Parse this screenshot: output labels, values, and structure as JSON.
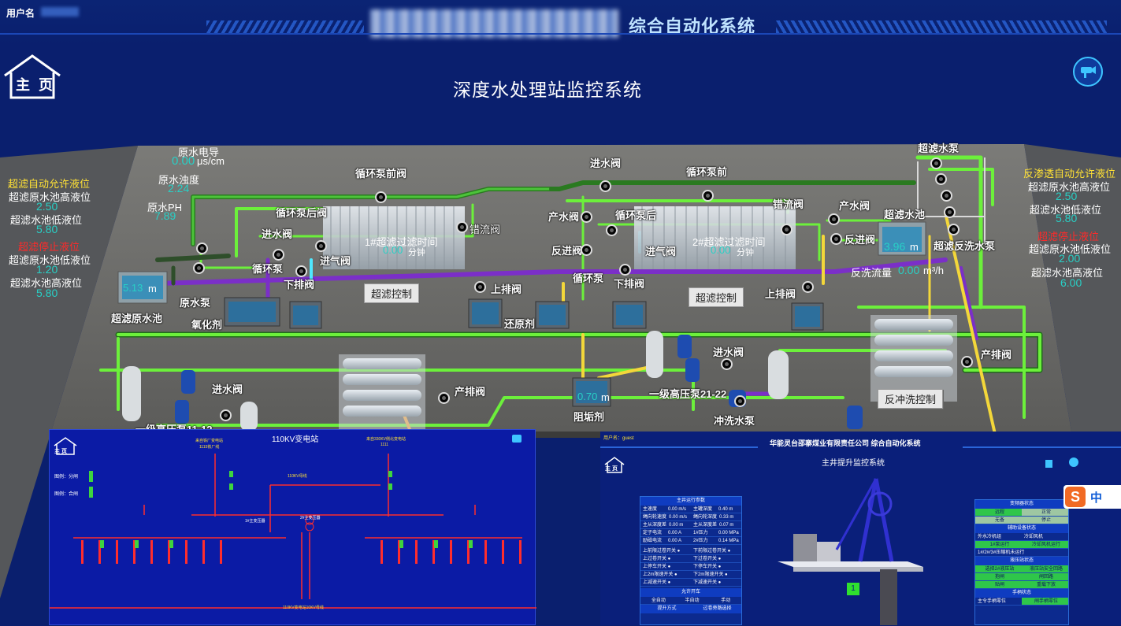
{
  "header": {
    "user_label": "用户名",
    "system_title": "综合自动化系统"
  },
  "home": {
    "label": "主 页"
  },
  "page_title": "深度水处理站监控系统",
  "left_readings": {
    "conductivity_label": "原水电导",
    "conductivity_value": "0.00",
    "conductivity_unit": "μs/cm",
    "turbidity_label": "原水浊度",
    "turbidity_value": "2.24",
    "ph_label": "原水PH",
    "ph_value": "7.89"
  },
  "left_side": {
    "allow_title": "超滤自动允许液位",
    "high_label": "超滤原水池高液位",
    "high_value": "2.50",
    "low_label": "超滤水池低液位",
    "low_value": "5.80",
    "stop_title": "超滤停止液位",
    "stop_low_label": "超滤原水池低液位",
    "stop_low_value": "1.20",
    "stop_high_label": "超滤水池高液位",
    "stop_high_value": "5.80"
  },
  "right_side": {
    "allow_title": "反渗透自动允许液位",
    "high_label": "超滤原水池高液位",
    "high_value": "2.50",
    "low_label": "超滤水池低液位",
    "low_value": "5.80",
    "stop_title": "超滤停止液位",
    "stop_low_label": "超滤原水池低液位",
    "stop_low_value": "2.00",
    "stop_high_label": "超滤水池高液位",
    "stop_high_value": "6.00"
  },
  "plant": {
    "raw_pool_level": "5.13",
    "raw_pool_unit": "m",
    "raw_pool_label": "超滤原水池",
    "raw_pump": "原水泵",
    "oxidant": "氧化剂",
    "reductant": "还原剂",
    "scale_inhibitor": "阻垢剂",
    "inhibitor_level": "0.70",
    "inhibitor_unit": "m",
    "uf_pool_label": "超滤水池",
    "uf_pool_level": "3.96",
    "uf_pool_unit": "m",
    "uf_pump": "超滤水泵",
    "uf_backwash_pump": "超滤反洗水泵",
    "backwash_flow_label": "反洗流量",
    "backwash_flow_value": "0.00",
    "backwash_flow_unit": "m³/h",
    "uf1_time_label": "1#超滤过滤时间",
    "uf1_time_value": "0.00",
    "uf2_time_label": "2#超滤过滤时间",
    "uf2_time_value": "0.00",
    "time_unit": "分钟",
    "uf_control_1": "超滤控制",
    "uf_control_2": "超滤控制",
    "backwash_control": "反冲洗控制",
    "hp_pump_1": "一级高压泵11-12",
    "hp_pump_2": "一级高压泵21-22",
    "flush_pump": "冲洗水泵",
    "valves": {
      "circ_front_1": "循环泵前阀",
      "circ_back_1": "循环泵后阀",
      "inlet_1": "进水阀",
      "circ_pump_1": "循环泵",
      "down_drain_1": "下排阀",
      "air_in_1": "进气阀",
      "wrong_flow_1": "错流阀",
      "up_drain_1": "上排阀",
      "inlet_2": "进水阀",
      "circ_front_2": "循环泵前",
      "prod_water_1": "产水阀",
      "circ_back_2": "循环泵后",
      "backwash_in_1": "反进阀",
      "circ_pump_2": "循环泵",
      "down_drain_2": "下排阀",
      "air_in_2": "进气阀",
      "wrong_flow_2": "错流阀",
      "prod_water_2": "产水阀",
      "backwash_in_2": "反进阀",
      "up_drain_2": "上排阀",
      "inlet_3": "进水阀",
      "prod_drain_1": "产排阀",
      "inlet_4": "进水阀",
      "prod_drain_2": "产排阀"
    }
  },
  "substation_panel": {
    "home": "主 页",
    "title": "110KV变电站",
    "legend_open": "图例：分闸",
    "legend_close": "图例：合闸",
    "left_source": "来自铁厂变电站",
    "left_line": "1115铁厂线",
    "right_source": "来自330KV侧北变电站",
    "right_line": "1111",
    "bus_label": "110KV母线",
    "bottom_label": "110KV变电站10KV母线",
    "transformer1": "1#主变压器",
    "transformer2": "2#主变压器"
  },
  "mine_panel": {
    "user_label": "用户名：guest",
    "company": "华能灵台邵寨煤业有限责任公司  综合自动化系统",
    "home": "主 页",
    "title": "主井提升监控系统",
    "params_title": "主井运行参数",
    "params": [
      [
        "主速度",
        "0.00",
        "m/s",
        "主罐深度",
        "0.40",
        "m"
      ],
      [
        "绳向轮速度",
        "0.00",
        "m/s",
        "绳向轮深度",
        "0.33",
        "m"
      ],
      [
        "主从深度差",
        "0.00",
        "m",
        "主从深度差",
        "0.07",
        "m"
      ],
      [
        "定子电流",
        "0.00",
        "A",
        "1#压力",
        "0.00",
        "MPa"
      ],
      [
        "励磁电流",
        "0.00",
        "A",
        "2#压力",
        "0.14",
        "MPa"
      ]
    ],
    "switches": [
      [
        "上前限过卷开关",
        "下前限过卷开关"
      ],
      [
        "上过卷开关",
        "下过卷开关"
      ],
      [
        "上停车开关",
        "下停车开关"
      ],
      [
        "上2m限速开关",
        "下2m限速开关"
      ],
      [
        "上减速开关",
        "下减速开关"
      ]
    ],
    "allow_title": "允许开车",
    "mode_buttons": [
      "全自动",
      "半自动",
      "手动"
    ],
    "lift_mode_title": "提升方式",
    "bypass_title": "过卷旁路选择",
    "counter": "1",
    "inverter_title": "变频器状态",
    "inverter_rows": [
      [
        "远程",
        "正常"
      ],
      [
        "无备",
        "停止"
      ]
    ],
    "aux_title": "辅助设备状态",
    "aux_rows": [
      [
        "外水冷机组",
        "冷却风机"
      ],
      [
        "1#泵运行",
        "冷却风机运行"
      ],
      [
        "1#/2#/3#压缩机未运行",
        ""
      ]
    ],
    "hydraulic_title": "液压站状态",
    "hydraulic_rows": [
      [
        "选择2#液压站",
        "液压站安全回路"
      ],
      [
        "抱闸",
        "闸回路"
      ],
      [
        "贴闸",
        "重载下放"
      ]
    ],
    "brake_title": "手柄状态",
    "brake_rows": [
      [
        "主令手柄零位",
        "闸手柄零位"
      ]
    ]
  },
  "ime": {
    "label": "中"
  }
}
